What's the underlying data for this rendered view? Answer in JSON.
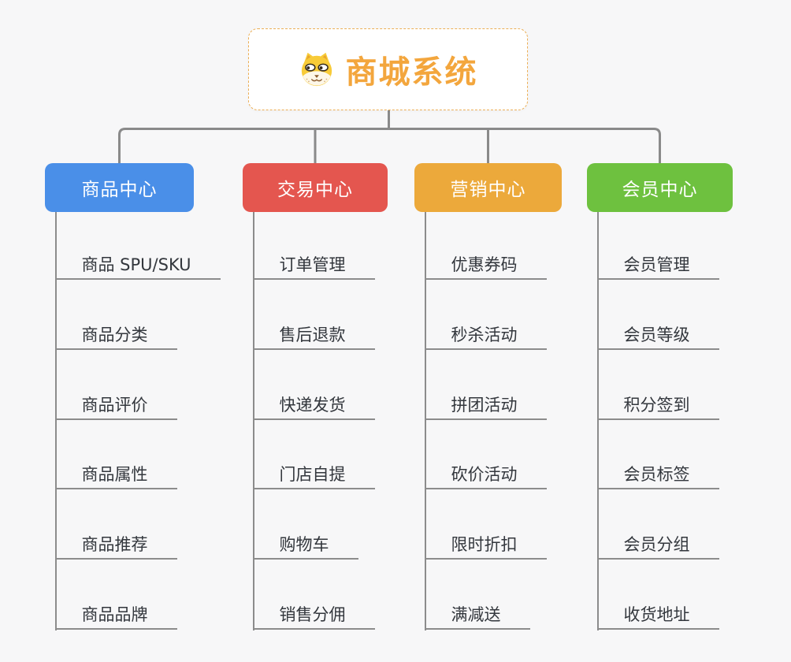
{
  "colors": {
    "background": "#F7F7F8",
    "root_accent": "#F3A63D",
    "root_border": "#ECAF56",
    "connector": "#8A8A8A",
    "leaf_underline": "#8C8C8C",
    "leaf_text": "#33373D",
    "branch_text": "#FFFFFF"
  },
  "root": {
    "title": "商城系统",
    "icon": "shiba-dog-icon"
  },
  "branches": [
    {
      "label": "商品中心",
      "color": "#4A8FE8",
      "items": [
        "商品 SPU/SKU",
        "商品分类",
        "商品评价",
        "商品属性",
        "商品推荐",
        "商品品牌"
      ]
    },
    {
      "label": "交易中心",
      "color": "#E4564F",
      "items": [
        "订单管理",
        "售后退款",
        "快递发货",
        "门店自提",
        "购物车",
        "销售分佣"
      ]
    },
    {
      "label": "营销中心",
      "color": "#ECA93B",
      "items": [
        "优惠券码",
        "秒杀活动",
        "拼团活动",
        "砍价活动",
        "限时折扣",
        "满减送"
      ]
    },
    {
      "label": "会员中心",
      "color": "#6EC13F",
      "items": [
        "会员管理",
        "会员等级",
        "积分签到",
        "会员标签",
        "会员分组",
        "收货地址"
      ]
    }
  ]
}
